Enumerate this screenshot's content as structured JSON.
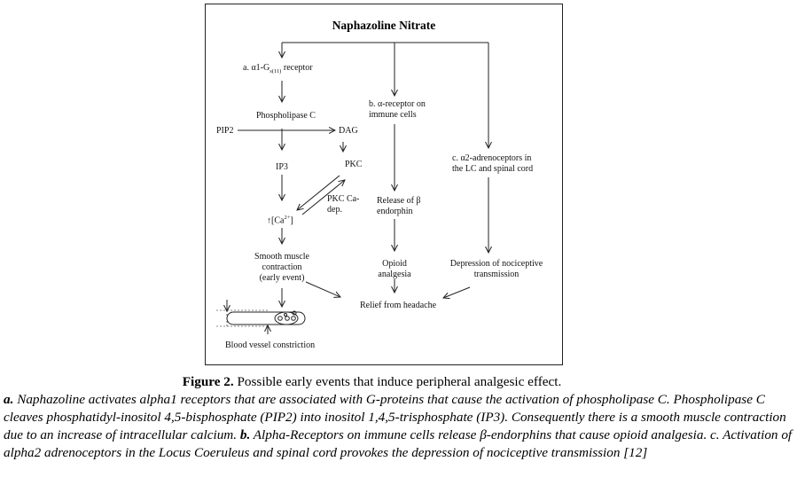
{
  "diagram": {
    "title": "Naphazoline Nitrate",
    "nodes": {
      "a_receptor": {
        "pre": "a. α1-G",
        "sub": "s(11)",
        "post": " receptor"
      },
      "phospholipase_c": "Phospholipase C",
      "pip2": "PIP2",
      "dag": "DAG",
      "ip3": "IP3",
      "pkc": "PKC",
      "pkc_ca_dep": [
        "PKC Ca-",
        "dep."
      ],
      "calcium": {
        "pre": "↑[Ca",
        "sup": "2+",
        "post": "]"
      },
      "smooth_muscle": [
        "Smooth muscle",
        "contraction",
        "(early event)"
      ],
      "blood_vessel": "Blood vessel constriction",
      "b_receptor": [
        "b. α-receptor on",
        "immune cells"
      ],
      "release_endorphin": [
        "Release of β",
        "endorphin"
      ],
      "opioid_analgesia": [
        "Opioid",
        "analgesia"
      ],
      "c_receptor": [
        "c. α2-adrenoceptors in",
        "the LC and spinal cord"
      ],
      "depression": [
        "Depression of nociceptive",
        "transmission"
      ],
      "relief": "Relief from headache"
    }
  },
  "caption": {
    "figure_label": "Figure 2.",
    "figure_title": " Possible early events that induce peripheral analgesic effect.",
    "a_label": "a.",
    "a_text": " Naphazoline activates alpha1 receptors that are associated with G-proteins that cause the activation of phospholipase C. Phospholipase C cleaves phosphatidyl-inositol 4,5-bisphosphate (PIP2) into inositol 1,4,5-trisphosphate (IP3). Consequently there is a smooth muscle contraction due to an increase of intracellular calcium.",
    "b_label": " b.",
    "b_text": " Alpha-Receptors on immune cells release β-endorphins that cause opioid analgesia. c. Activation of alpha2 adrenoceptors in the Locus Coeruleus and spinal cord provokes the depression of nociceptive transmission [12]"
  }
}
